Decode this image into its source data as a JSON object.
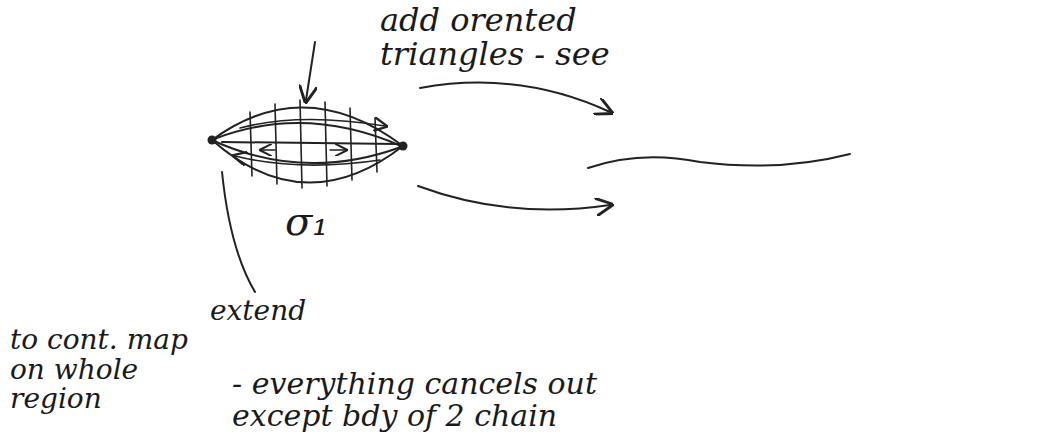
{
  "diagram": {
    "labels": [
      "add orented triangles - see",
      "σ₁",
      "extend to cont. map on whole region",
      "- everything cancels out except bdy of 2 chain"
    ]
  }
}
